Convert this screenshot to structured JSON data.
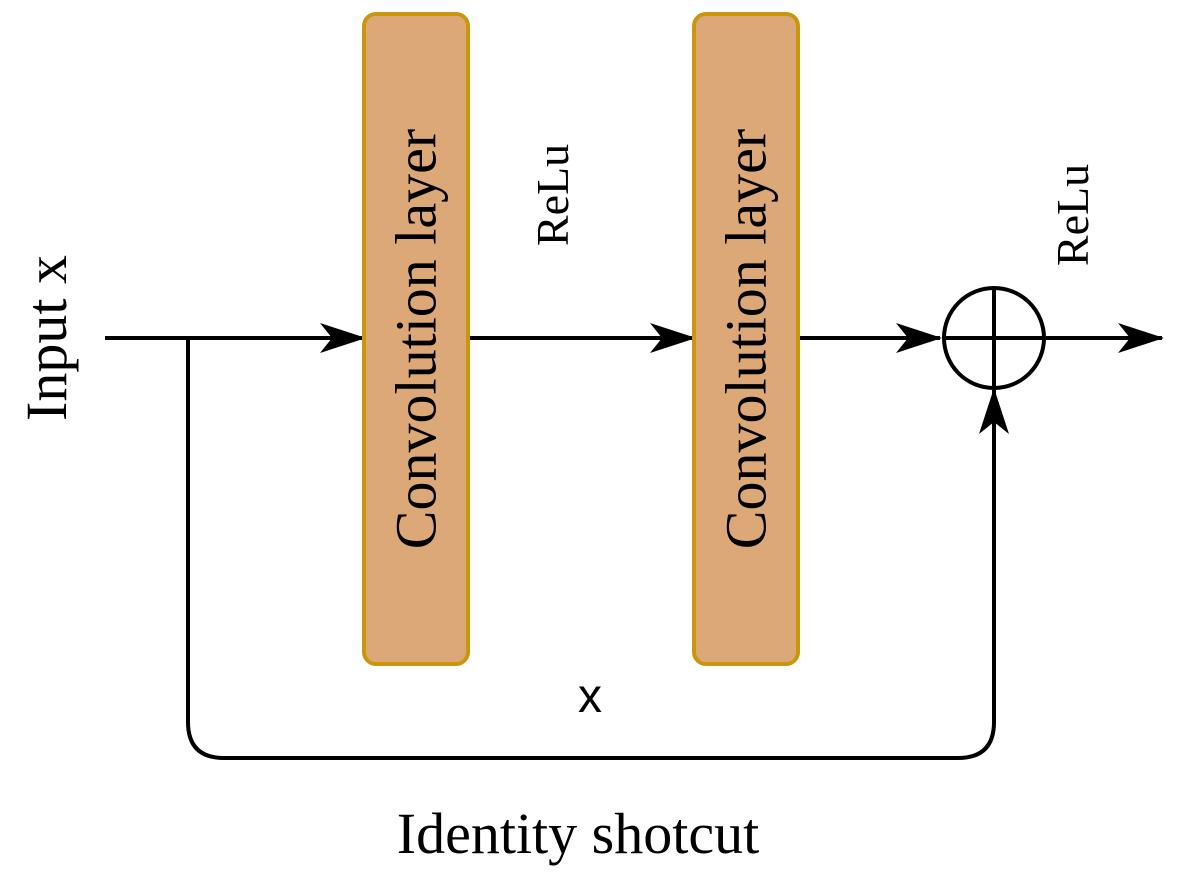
{
  "labels": {
    "input": "Input x",
    "conv1": "Convolution layer",
    "relu1": "ReLu",
    "conv2": "Convolution layer",
    "relu2": "ReLu",
    "shortcut_x": "x",
    "shortcut_caption": "Identity shotcut"
  },
  "colors": {
    "block_fill": "#DDA878",
    "block_border": "#C9960E",
    "line": "#000000"
  }
}
